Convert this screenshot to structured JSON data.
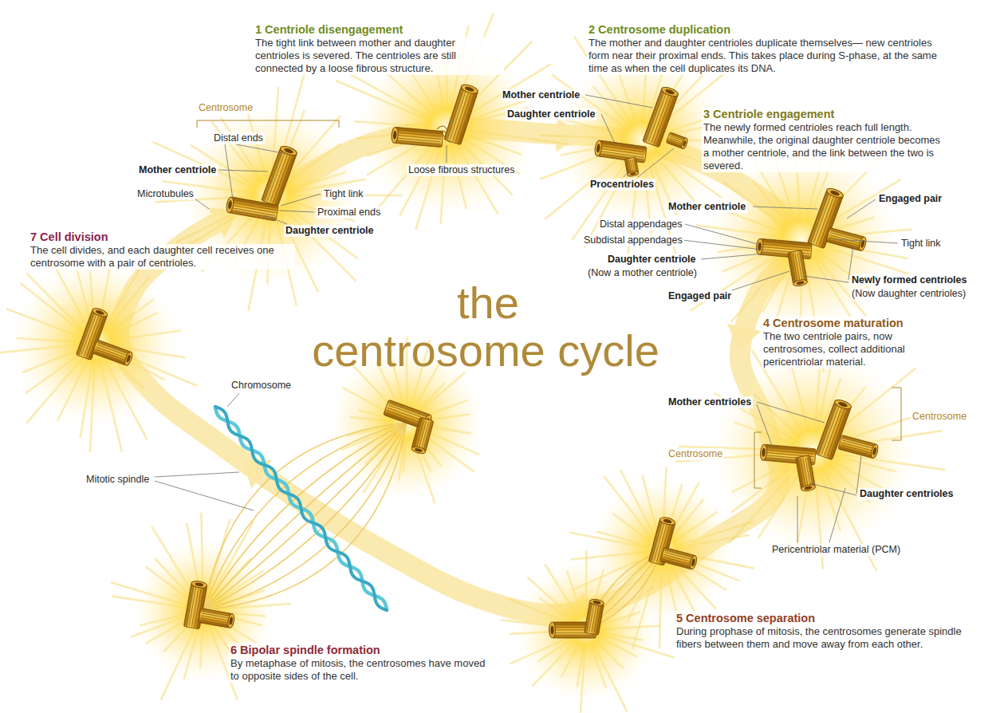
{
  "diagram": {
    "title": "the centrosome cycle",
    "labels": [
      "Centrosome",
      "Distal ends",
      "Mother centriole",
      "Microtubules",
      "Tight link",
      "Proximal ends",
      "Daughter centriole",
      "1 Centriole disengagement",
      "The tight link between mother and daughter centrioles is severed. The centrioles are still connected by a loose fibrous structure.",
      "Loose fibrous structures",
      "2 Centrosome duplication",
      "The mother and daughter centrioles duplicate themselves— new centrioles form near their proximal ends. This takes place during S-phase, at the same time as when the cell duplicates its DNA.",
      "Mother centriole",
      "Daughter centriole",
      "Procentrioles",
      "3 Centriole engagement",
      "The newly formed centrioles reach full length. Meanwhile, the original daughter centriole becomes a mother centriole, and the link between the two is severed.",
      "Mother centriole",
      "Engaged pair",
      "Distal appendages",
      "Subdistal appendages",
      "Tight link",
      "Daughter centriole",
      "(Now a mother centriole)",
      "Engaged pair",
      "Newly formed centrioles",
      "(Now daughter centrioles)",
      "7 Cell division",
      "The cell divides, and each daughter cell receives one centrosome with a pair of centrioles.",
      "4 Centrosome maturation",
      "The two centriole pairs, now centrosomes, collect additional pericentriolar material.",
      "Mother centrioles",
      "Centrosome",
      "Centrosome",
      "Daughter centrioles",
      "Chromosome",
      "Mitotic spindle",
      "Pericentriolar material (PCM)",
      "5 Centrosome separation",
      "During prophase of mitosis, the centrosomes generate spindle fibers between them and move away from each other.",
      "6 Bipolar spindle formation",
      "By metaphase of mitosis, the centrosomes have moved to opposite sides of the cell."
    ]
  }
}
